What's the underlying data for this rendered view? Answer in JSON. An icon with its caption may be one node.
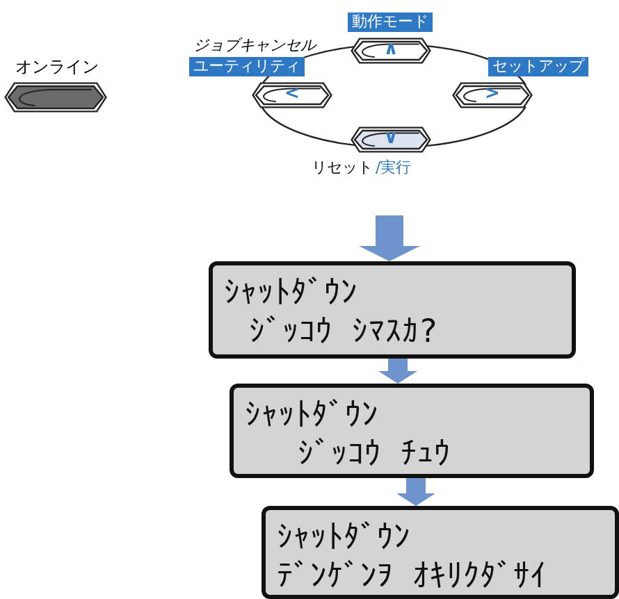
{
  "diagram": {
    "nodes": [
      {
        "text": [
          "オンライン"
        ]
      },
      {
        "text": [
          "∧"
        ],
        "beside": [
          "動作モード"
        ]
      },
      {
        "text": [
          "<"
        ],
        "beside": [
          "ジョブキャンセル",
          "ユーティリティ"
        ]
      },
      {
        "text": [
          ">"
        ],
        "beside": [
          "セットアップ"
        ]
      },
      {
        "text": [
          "∨"
        ],
        "beside": [
          "リセット",
          "/実行"
        ]
      },
      {
        "text": [
          "ｼｬｯﾄﾀﾞｳﾝ",
          "ｼﾞｯｺｳ ｼﾏｽｶ?"
        ]
      },
      {
        "text": [
          "ｼｬｯﾄﾀﾞｳﾝ",
          "ｼﾞｯｺｳ ﾁｭｳ"
        ]
      },
      {
        "text": [
          "ｼｬｯﾄﾀﾞｳﾝ",
          "ﾃﾞﾝｹﾞﾝｦ ｵｷﾘｸﾀﾞｻｲ"
        ]
      }
    ],
    "edges": [
      {
        "from": 1,
        "to": 3,
        "arrow": "none"
      },
      {
        "from": 3,
        "to": 4,
        "arrow": "none"
      },
      {
        "from": 4,
        "to": 2,
        "arrow": "none"
      },
      {
        "from": 2,
        "to": 1,
        "arrow": "none"
      },
      {
        "from": null,
        "to": 5,
        "arrow": "to",
        "style": "thick",
        "color": "#6f93cc"
      },
      {
        "from": 5,
        "to": 6,
        "arrow": "to",
        "style": "thick",
        "color": "#6f93cc"
      },
      {
        "from": 6,
        "to": 7,
        "arrow": "to",
        "style": "thick",
        "color": "#6f93cc"
      }
    ]
  }
}
